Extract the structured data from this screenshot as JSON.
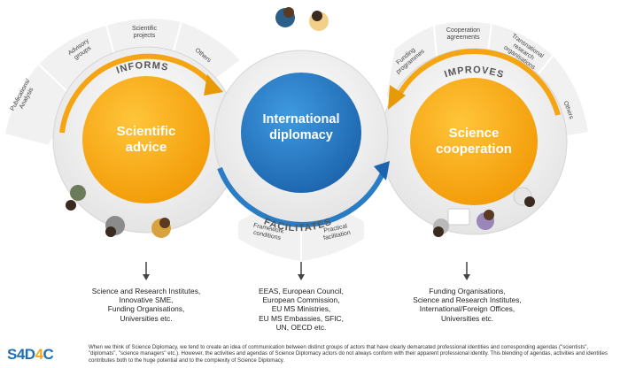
{
  "left_section": {
    "center_label": "Scientific advice",
    "arc_label": "INFORMS",
    "sectors": [
      "Publications/ Analysis",
      "Advisory groups",
      "Scientific projects",
      "Others"
    ]
  },
  "middle_section": {
    "center_label": "International diplomacy",
    "arc_label": "FACILITATES",
    "sectors": [
      "Framework conditions",
      "Practical facilitation"
    ]
  },
  "right_section": {
    "center_label": "Science cooperation",
    "arc_label": "IMPROVES",
    "sectors": [
      "Funding programmes",
      "Cooperation agreements",
      "Transnational research organisations",
      "Others"
    ]
  },
  "actors": {
    "left": "Science and Research Institutes,\nInnovative SME,\nFunding Organisations,\nUniversities etc.",
    "middle": "EEAS, European Council,\nEuropean Commission,\nEU MS Ministries,\nEU MS Embassies, SFIC,\nUN, OECD etc.",
    "right": "Funding Organisations,\nScience and Research Institutes,\nInternational/Foreign Offices,\nUniversities etc."
  },
  "footnote": "When we think of Science Diplomacy, we tend to create an idea of communication between distinct groups of actors that have clearly demarcated professional identities and corresponding agendas (\"scientists\", \"diplomats\", \"science managers\" etc.). However, the activities and agendas of Science Diplomacy actors do not always conform with their apparent professional identity. This blending of agendas, activities and identities contributes both to the huge potential and to the complexity of Science Diplomacy.",
  "logo": {
    "part1": "S4D",
    "part2": "4",
    "part3": "C"
  },
  "colors": {
    "orange": "#f5a512",
    "blue": "#2a7dc4",
    "sector_fill": "#f1f1f1",
    "arrow_dark": "#e69a06"
  }
}
